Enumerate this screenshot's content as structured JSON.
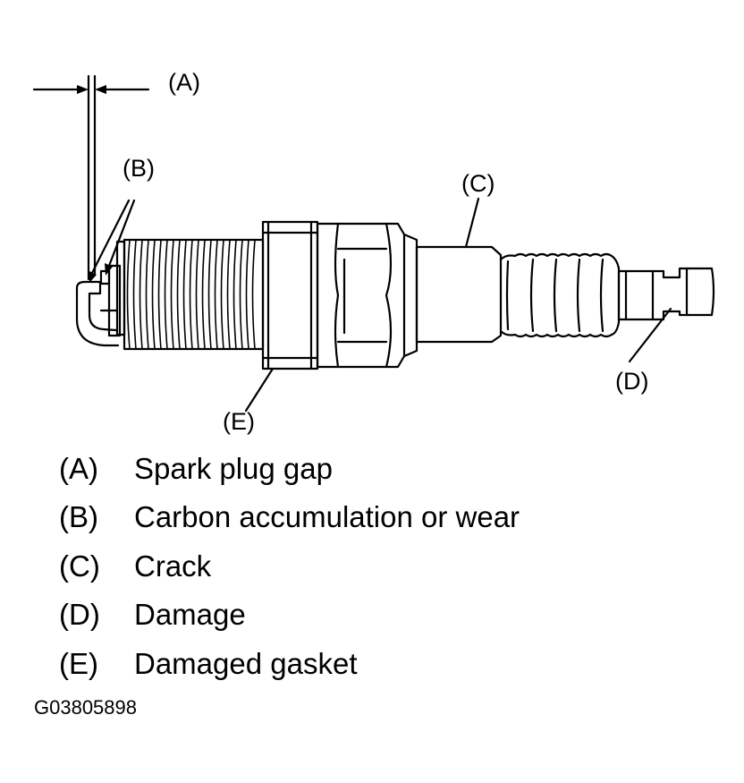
{
  "diagram": {
    "callouts": {
      "a": "(A)",
      "b": "(B)",
      "c": "(C)",
      "d": "(D)",
      "e": "(E)"
    }
  },
  "legend": [
    {
      "key": "(A)",
      "text": "Spark plug gap"
    },
    {
      "key": "(B)",
      "text": "Carbon accumulation or wear"
    },
    {
      "key": "(C)",
      "text": "Crack"
    },
    {
      "key": "(D)",
      "text": "Damage"
    },
    {
      "key": "(E)",
      "text": "Damaged gasket"
    }
  ],
  "figure_id": "G03805898"
}
